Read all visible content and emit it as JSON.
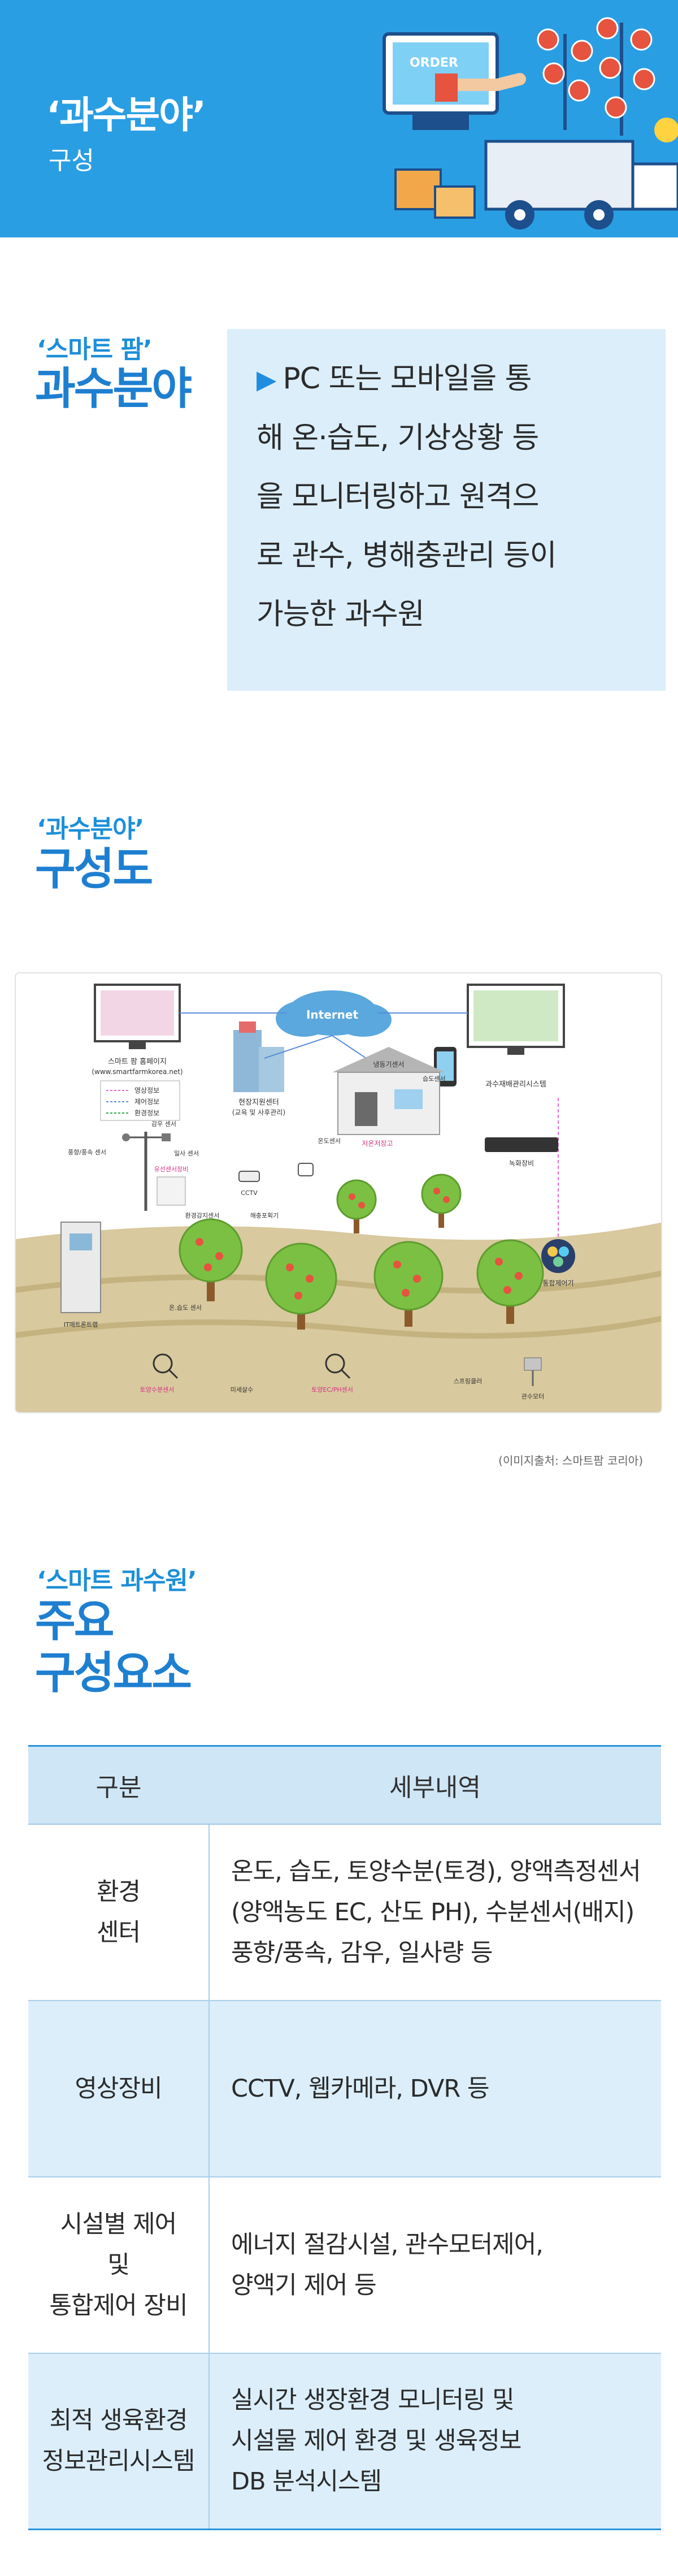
{
  "banner": {
    "title": "‘과수분야’",
    "subtitle": "구성",
    "illustration_text": "ORDER"
  },
  "section1": {
    "kicker": "‘스마트 팜’",
    "heading": "과수분야",
    "definition_lines": [
      "PC 또는 모바일을 통",
      "해 온·습도, 기상상황 등",
      "을 모니터링하고 원격으",
      "로 관수, 병해충관리 등이",
      "가능한 과수원"
    ]
  },
  "section2": {
    "kicker": "‘과수분야’",
    "heading": "구성도",
    "caption": "(이미지출처: 스마트팜 코리아)"
  },
  "diagram": {
    "internet": "Internet",
    "portal": "스마트 팜 홈페이지",
    "portal_url": "(www.smartfarmkorea.net)",
    "legend": [
      "영상정보",
      "제어정보",
      "환경정보"
    ],
    "support_center": "현장지원센터",
    "support_center_sub": "(교육 및 사후관리)",
    "farm_house": "냉동기센서",
    "monitor_system": "과수재배관리시스템",
    "rain_sensor": "감우 센서",
    "wind_sensor": "풍향/풍속 센서",
    "solar_sensor": "일사 센서",
    "heat_sensor": "유선센서장비",
    "cctv": "CCTV",
    "storage": "저온저장고",
    "temp_sensor": "온도센서",
    "humidity_sensor": "습도센서",
    "recorder": "녹화장비",
    "integrated_control": "통합제어기",
    "weather_station": "IT매트론트랩",
    "env_sensor": "환경감지센서",
    "trap": "해충포획기",
    "soil_temp": "온․습도 센서",
    "soil_moisture": "토양수분센서",
    "flow": "미세살수",
    "soil_ec": "토양EC/PH센서",
    "sprinkler": "스프링클러",
    "pump": "관수모터"
  },
  "section3": {
    "kicker": "‘스마트 과수원’",
    "heading_lines": [
      "주요",
      "구성요소"
    ]
  },
  "table": {
    "headers": [
      "구분",
      "세부내역"
    ],
    "rows": [
      {
        "category": [
          "환경",
          "센터"
        ],
        "details": [
          "온도, 습도, 토양수분(토경), 양액측정센서",
          "(양액농도 EC, 산도 PH), 수분센서(배지)",
          "풍향/풍속, 감우, 일사량 등"
        ]
      },
      {
        "category": [
          "영상장비"
        ],
        "details": [
          "CCTV, 웹카메라, DVR 등"
        ]
      },
      {
        "category": [
          "시설별 제어",
          "및",
          "통합제어 장비"
        ],
        "details": [
          "에너지 절감시설, 관수모터제어,",
          "양액기 제어 등"
        ]
      },
      {
        "category": [
          "최적 생육환경",
          "정보관리시스템"
        ],
        "details": [
          "실시간 생장환경 모니터링 및",
          "시설물 제어 환경 및 생육정보",
          "DB 분석시스템"
        ]
      }
    ]
  },
  "colors": {
    "banner_bg": "#2a9ee3",
    "accent": "#1e7fd0",
    "box_bg": "#dbeefa",
    "table_header": "#cfe6f6"
  }
}
